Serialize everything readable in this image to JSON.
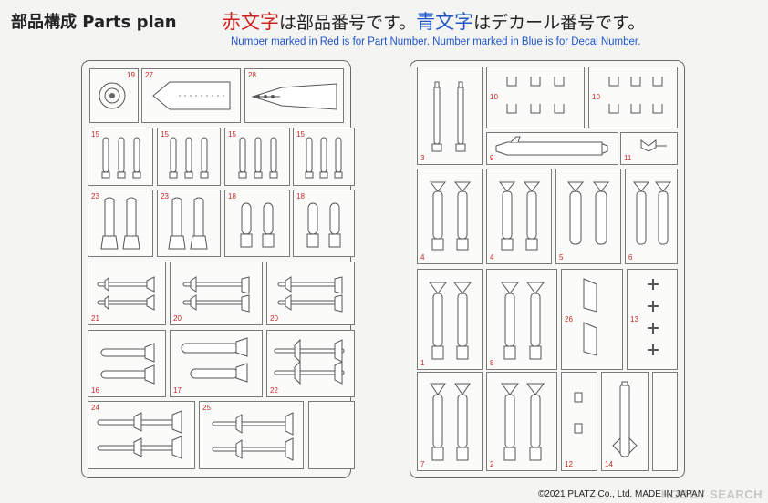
{
  "header": {
    "title_jp": "部品構成 Parts plan",
    "red_text": "赤文字",
    "mid_text": "は部品番号です。",
    "blue_text": "青文字",
    "end_text": "はデカール番号です。",
    "subtitle": "Number marked in Red is for Part Number. Number marked in Blue is for Decal Number."
  },
  "colors": {
    "part_number": "#d21f1f",
    "decal_number": "#1f55c8",
    "line": "#6a6a6a"
  },
  "left_sheet": {
    "parts": [
      "19",
      "27",
      "28",
      "15",
      "15",
      "15",
      "15",
      "23",
      "23",
      "18",
      "18",
      "21",
      "20",
      "20",
      "16",
      "17",
      "22",
      "24",
      "25"
    ]
  },
  "right_sheet": {
    "parts": [
      "3",
      "10",
      "10",
      "9",
      "11",
      "4",
      "4",
      "5",
      "6",
      "1",
      "8",
      "26",
      "13",
      "7",
      "2",
      "12",
      "14"
    ]
  },
  "footer": {
    "copyright": "©2021 PLATZ Co., Ltd. MADE IN JAPAN",
    "watermark": "HOBBY SEARCH"
  }
}
